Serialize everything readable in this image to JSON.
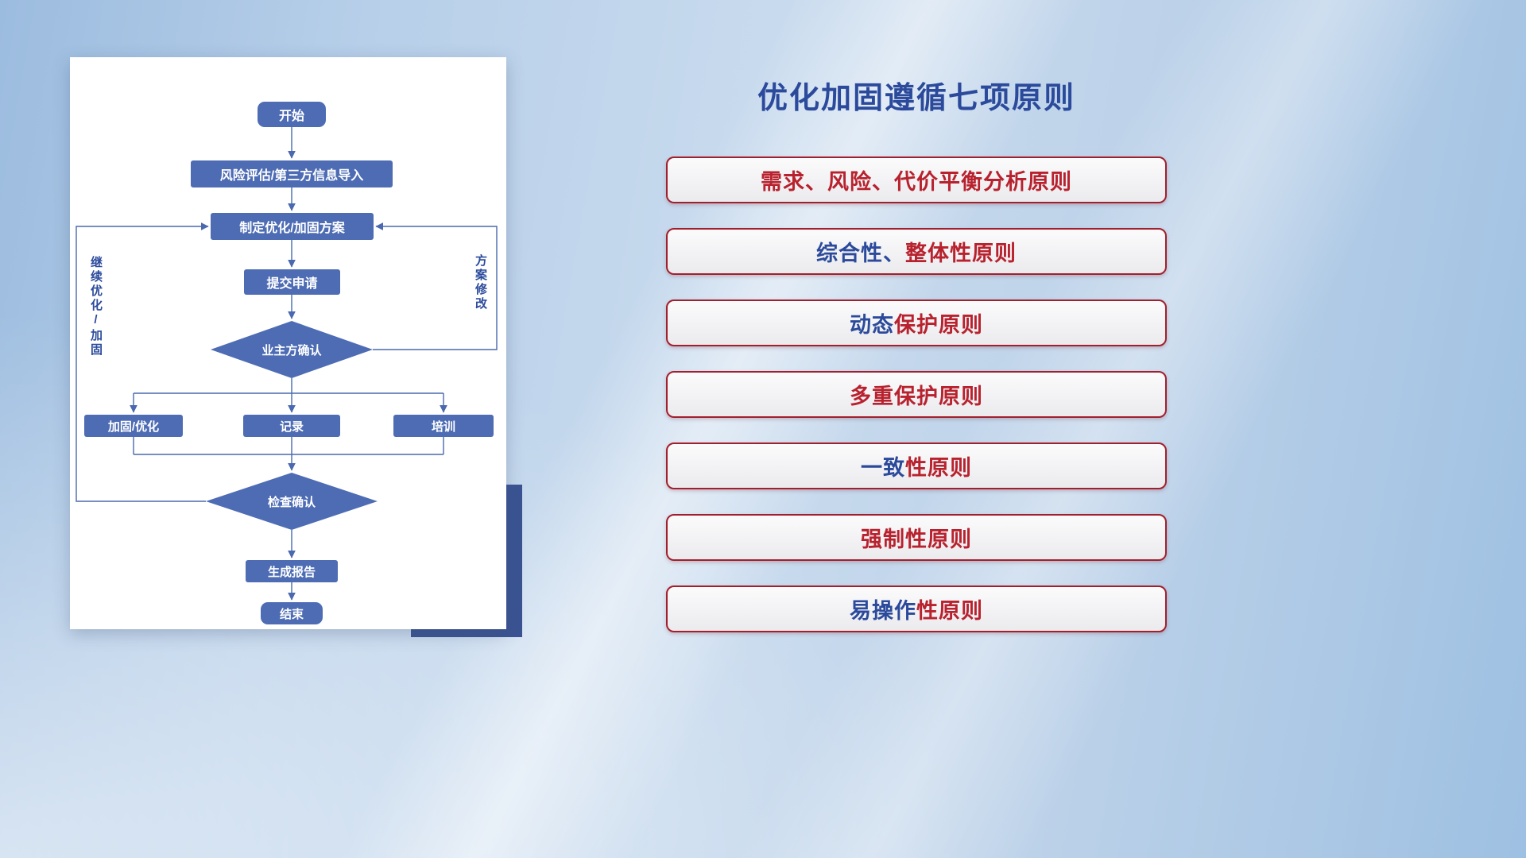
{
  "flowchart": {
    "nodes": {
      "start": "开始",
      "risk_import": "风险评估/第三方信息导入",
      "make_plan": "制定优化/加固方案",
      "submit": "提交申请",
      "owner_confirm": "业主方确认",
      "harden": "加固/优化",
      "record": "记录",
      "train": "培训",
      "check_confirm": "检查确认",
      "report": "生成报告",
      "end": "结束"
    },
    "edge_labels": {
      "continue_optimize": "继续优化/加固",
      "plan_revision": "方案修改"
    }
  },
  "panel": {
    "title": "优化加固遵循七项原则",
    "principles": [
      {
        "blue": "",
        "red": "需求、风险、代价平衡分析原则"
      },
      {
        "blue": "综合性、",
        "red": "整体性原则"
      },
      {
        "blue": "动态",
        "red": "保护原则"
      },
      {
        "blue": "",
        "red": "多重保护原则"
      },
      {
        "blue": "一致",
        "red": "性原则"
      },
      {
        "blue": "",
        "red": "强制性原则"
      },
      {
        "blue": "易操作",
        "red": "性原则"
      }
    ]
  },
  "colors": {
    "accent_blue": "#2b4a9b",
    "accent_red": "#b8222e",
    "node_blue": "#4d6cb4",
    "connector_blue": "#4a69ae",
    "pill_border": "#a21f2d",
    "navy_accent": "#3a5392",
    "card_bg": "#ffffff"
  }
}
